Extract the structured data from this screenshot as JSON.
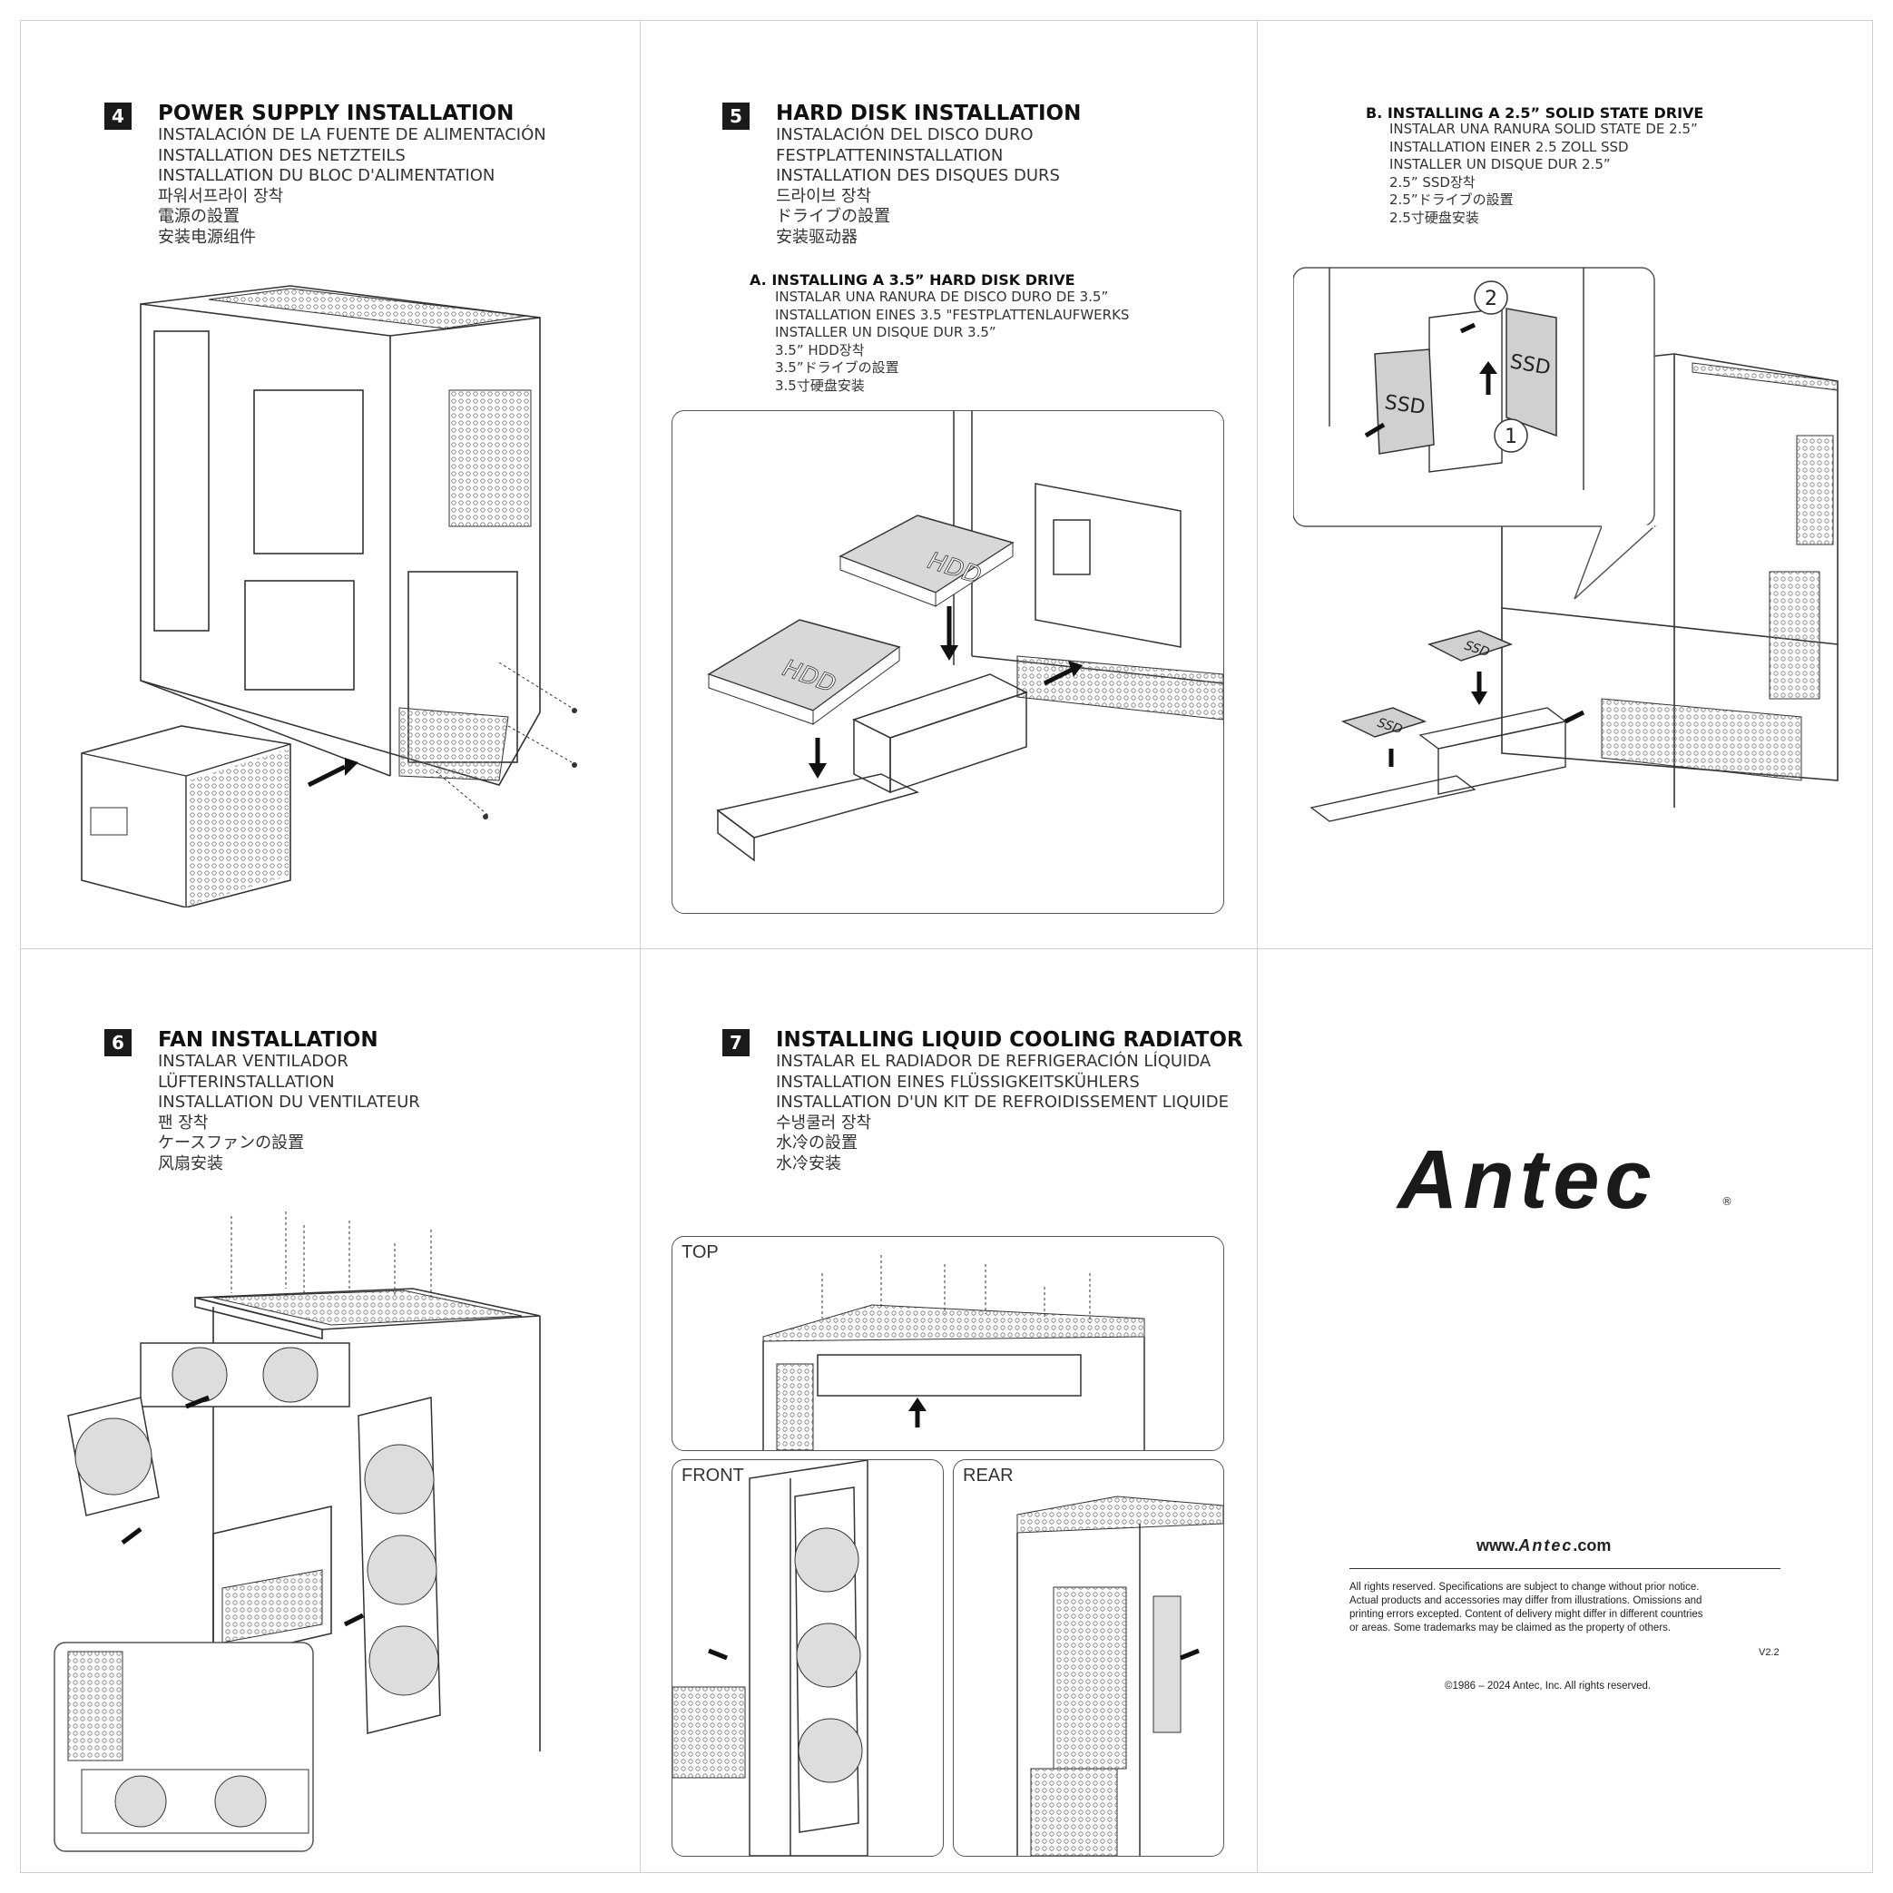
{
  "sections": {
    "s4": {
      "number": "4",
      "title": "POWER SUPPLY INSTALLATION",
      "subtitles": [
        "INSTALACIÓN DE LA FUENTE DE ALIMENTACIÓN",
        "INSTALLATION DES NETZTEILS",
        "INSTALLATION DU BLOC D'ALIMENTATION",
        "파워서프라이 장착",
        "電源の設置",
        "安装电源组件"
      ]
    },
    "s5": {
      "number": "5",
      "title": "HARD DISK INSTALLATION",
      "subtitles": [
        "INSTALACIÓN DEL DISCO DURO",
        "FESTPLATTENINSTALLATION",
        "INSTALLATION DES DISQUES DURS",
        "드라이브 장착",
        "ドライブの設置",
        "安装驱动器"
      ],
      "a_title": "A.  INSTALLING A 3.5”  HARD DISK DRIVE",
      "a_subtitles": [
        "INSTALAR UNA RANURA DE DISCO DURO DE 3.5”",
        "INSTALLATION EINES 3.5 \"FESTPLATTENLAUFWERKS",
        "INSTALLER UN DISQUE DUR 3.5”",
        "3.5” HDD장착",
        "3.5”ドライブの設置",
        "3.5寸硬盘安装"
      ],
      "hdd_label": "HDD"
    },
    "s5b": {
      "title": "B.  INSTALLING A 2.5”  SOLID STATE DRIVE",
      "subtitles": [
        "INSTALAR UNA RANURA SOLID STATE DE 2.5”",
        "INSTALLATION EINER 2.5 ZOLL SSD",
        "INSTALLER UN DISQUE DUR 2.5”",
        "2.5” SSD장착",
        "2.5”ドライブの設置",
        "2.5寸硬盘安装"
      ],
      "ssd_label": "SSD",
      "step1": "1",
      "step2": "2"
    },
    "s6": {
      "number": "6",
      "title": "FAN INSTALLATION",
      "subtitles": [
        "INSTALAR VENTILADOR",
        "LÜFTERINSTALLATION",
        "INSTALLATION DU VENTILATEUR",
        "팬 장착",
        "ケースファンの設置",
        "风扇安装"
      ]
    },
    "s7": {
      "number": "7",
      "title": "INSTALLING LIQUID COOLING RADIATOR",
      "subtitles": [
        "INSTALAR EL RADIADOR DE REFRIGERACIÓN LÍQUIDA",
        "INSTALLATION EINES FLÜSSIGKEITSKÜHLERS",
        "INSTALLATION D'UN KIT DE REFROIDISSEMENT LIQUIDE",
        "수냉쿨러 장착",
        "水冷の設置",
        "水冷安装"
      ],
      "panel_top": "TOP",
      "panel_front": "FRONT",
      "panel_rear": "REAR"
    }
  },
  "brand": {
    "logo": "Antec",
    "registered": "®",
    "url_prefix": "www.",
    "url_brand": "Antec",
    "url_suffix": ".com",
    "legal": [
      "All rights reserved. Specifications are subject to change without prior notice.",
      "Actual products and accessories may differ from illustrations. Omissions and",
      "printing errors excepted. Content of delivery might differ in different countries",
      "or areas. Some trademarks may be claimed as the property of others."
    ],
    "version": "V2.2",
    "copyright": "©1986 – 2024 Antec, Inc. All rights reserved."
  }
}
